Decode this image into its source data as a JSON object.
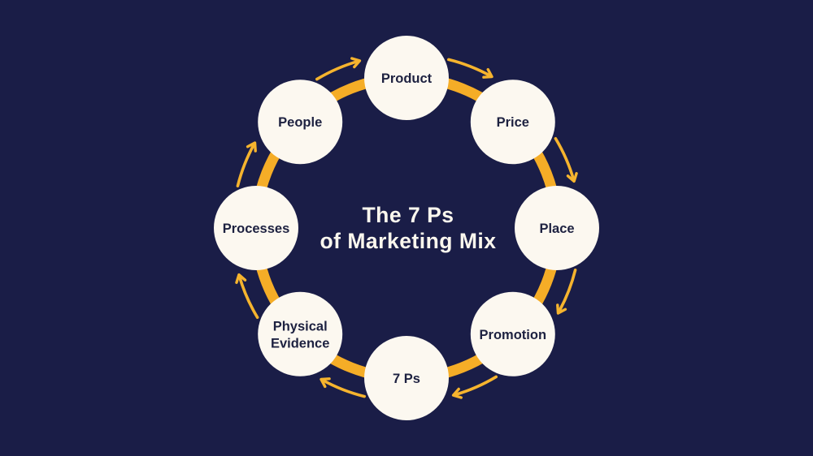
{
  "title": {
    "line1": "The 7 Ps",
    "line2": "of Marketing Mix"
  },
  "diagram": {
    "flow_direction": "clockwise",
    "nodes": [
      {
        "label": "Product",
        "lines": [
          "Product"
        ],
        "angle": -90
      },
      {
        "label": "Price",
        "lines": [
          "Price"
        ],
        "angle": -45
      },
      {
        "label": "Place",
        "lines": [
          "Place"
        ],
        "angle": 0
      },
      {
        "label": "Promotion",
        "lines": [
          "Promotion"
        ],
        "angle": 45
      },
      {
        "label": "7 Ps",
        "lines": [
          "7 Ps"
        ],
        "angle": 90
      },
      {
        "label": "Physical Evidence",
        "lines": [
          "Physical",
          "Evidence"
        ],
        "angle": 135
      },
      {
        "label": "Processes",
        "lines": [
          "Processes"
        ],
        "angle": 180
      },
      {
        "label": "People",
        "lines": [
          "People"
        ],
        "angle": -135
      }
    ]
  },
  "colors": {
    "background": "#1a1d47",
    "ring": "#f5ad27",
    "arrow": "#f6b42e",
    "node_fill": "#fcf8f0",
    "node_text": "#1d2140",
    "title_text": "#fbf7ee"
  }
}
